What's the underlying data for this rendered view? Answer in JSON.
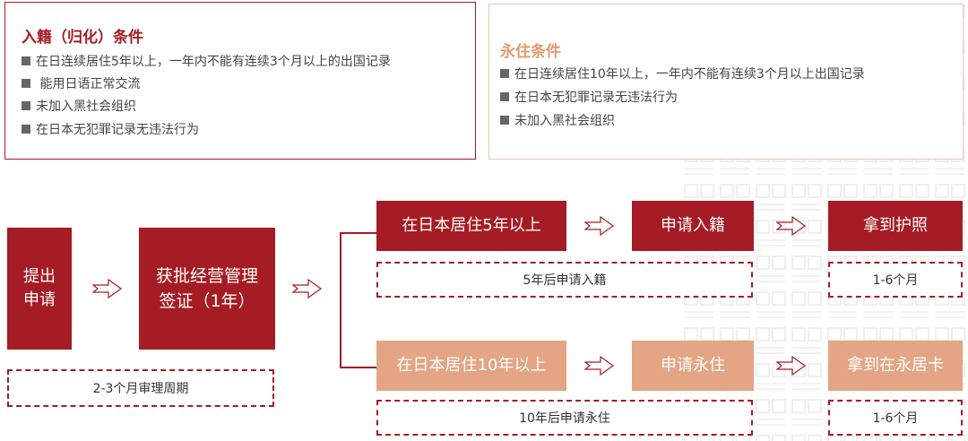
{
  "naturalization": {
    "title": "入籍（归化）条件",
    "items": [
      "在日连续居住5年以上，一年内不能有连续3个月以上的出国记录",
      " 能用日语正常交流",
      "未加入黑社会组织",
      "在日本无犯罪记录无违法行为"
    ]
  },
  "permanent": {
    "title": "永住条件",
    "items": [
      "在日连续居住10年以上，一年内不能有连续3个月以上出国记录",
      "在日本无犯罪记录无违法行为",
      "未加入黑社会组织"
    ]
  },
  "flow": {
    "submit": [
      "提出",
      "申请"
    ],
    "visa": [
      "获批经营管理",
      "签证（1年）"
    ],
    "review_period": "2-3个月审理周期",
    "path_naturalize": {
      "stay": "在日本居住5年以上",
      "apply": "申请入籍",
      "result": "拿到护照",
      "note_apply": "5年后申请入籍",
      "note_result": "1-6个月"
    },
    "path_permanent": {
      "stay": "在日本居住10年以上",
      "apply": "申请永住",
      "result": "拿到在永居卡",
      "note_apply": "10年后申请永住",
      "note_result": "1-6个月"
    }
  },
  "colors": {
    "accent_red": "#a51c24",
    "accent_tan": "#e3a583",
    "permanent_title": "#e39a6e"
  }
}
